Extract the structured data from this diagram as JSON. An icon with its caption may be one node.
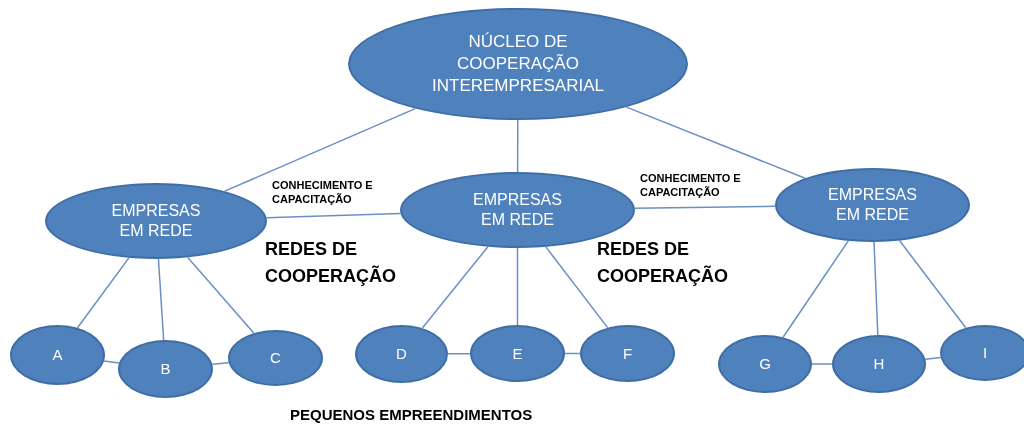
{
  "diagram": {
    "nodes": [
      {
        "text": [
          "NÚCLEO DE COOPERAÇÃO INTEREMPRESARIAL"
        ]
      },
      {
        "text": [
          "EMPRESAS EM REDE"
        ]
      },
      {
        "text": [
          "EMPRESAS EM REDE"
        ]
      },
      {
        "text": [
          "EMPRESAS EM REDE"
        ]
      },
      {
        "text": [
          "A"
        ]
      },
      {
        "text": [
          "B"
        ]
      },
      {
        "text": [
          "C"
        ]
      },
      {
        "text": [
          "D"
        ]
      },
      {
        "text": [
          "E"
        ]
      },
      {
        "text": [
          "F"
        ]
      },
      {
        "text": [
          "G"
        ]
      },
      {
        "text": [
          "H"
        ]
      },
      {
        "text": [
          "I"
        ]
      }
    ],
    "edges": [
      {
        "from": 0,
        "to": 1,
        "arrow": "none"
      },
      {
        "from": 0,
        "to": 2,
        "arrow": "none"
      },
      {
        "from": 0,
        "to": 3,
        "arrow": "none"
      },
      {
        "from": 1,
        "to": 2,
        "arrow": "none",
        "label": "CONHECIMENTO E CAPACITAÇÃO"
      },
      {
        "from": 2,
        "to": 3,
        "arrow": "none",
        "label": "CONHECIMENTO E CAPACITAÇÃO"
      },
      {
        "from": 1,
        "to": 4,
        "arrow": "none"
      },
      {
        "from": 1,
        "to": 5,
        "arrow": "none"
      },
      {
        "from": 1,
        "to": 6,
        "arrow": "none"
      },
      {
        "from": 2,
        "to": 7,
        "arrow": "none"
      },
      {
        "from": 2,
        "to": 8,
        "arrow": "none"
      },
      {
        "from": 2,
        "to": 9,
        "arrow": "none"
      },
      {
        "from": 3,
        "to": 10,
        "arrow": "none"
      },
      {
        "from": 3,
        "to": 11,
        "arrow": "none"
      },
      {
        "from": 3,
        "to": 12,
        "arrow": "none"
      },
      {
        "from": 4,
        "to": 5,
        "arrow": "none"
      },
      {
        "from": 5,
        "to": 6,
        "arrow": "none"
      },
      {
        "from": 7,
        "to": 8,
        "arrow": "none"
      },
      {
        "from": 8,
        "to": 9,
        "arrow": "none"
      },
      {
        "from": 10,
        "to": 11,
        "arrow": "none"
      },
      {
        "from": 11,
        "to": 12,
        "arrow": "none"
      }
    ],
    "labels": [
      "REDES DE COOPERAÇÃO",
      "REDES DE COOPERAÇÃO",
      "PEQUENOS EMPREENDIMENTOS"
    ]
  }
}
